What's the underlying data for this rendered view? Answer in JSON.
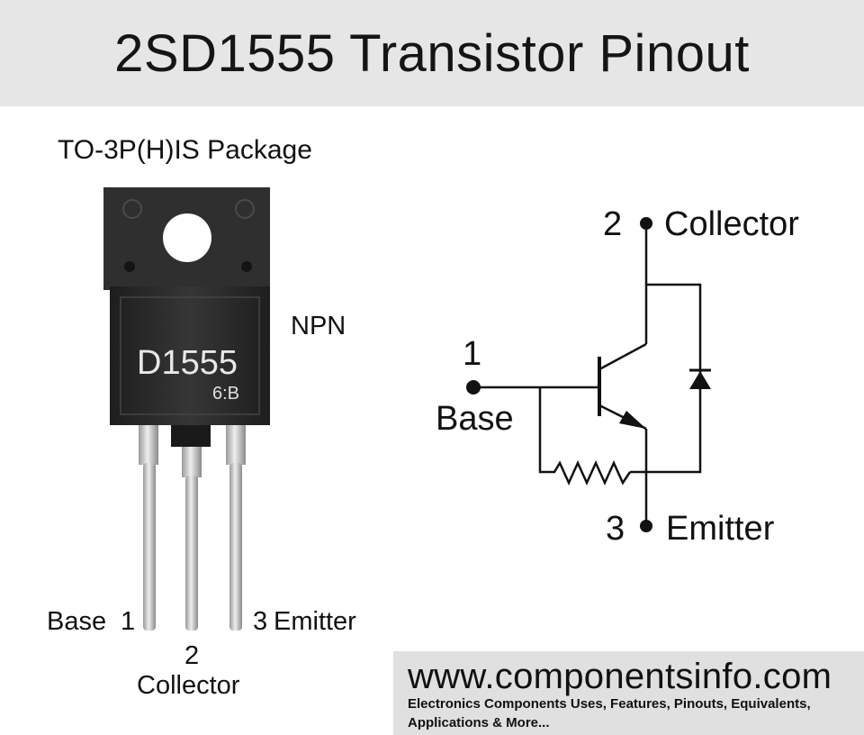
{
  "title": "2SD1555 Transistor Pinout",
  "package": {
    "label": "TO-3P(H)IS Package",
    "marking_line1": "D1555",
    "marking_line2": "6:B",
    "type_label": "NPN"
  },
  "pins": {
    "base_name": "Base",
    "base_number": "1",
    "collector_number": "2",
    "collector_name": "Collector",
    "emitter_number": "3",
    "emitter_name": "Emitter"
  },
  "schematic": {
    "collector_number": "2",
    "collector_name": "Collector",
    "base_number": "1",
    "base_name": "Base",
    "emitter_number": "3",
    "emitter_name": "Emitter"
  },
  "footer": {
    "website": "www.componentsinfo.com",
    "tagline": "Electronics Components Uses, Features, Pinouts, Equivalents, Applications & More..."
  },
  "colors": {
    "title_bg": "#e6e6e6",
    "package_body": "#2b2b2b",
    "lead_metal": "#c9c9c9",
    "footer_bg": "#e0e0e0"
  }
}
